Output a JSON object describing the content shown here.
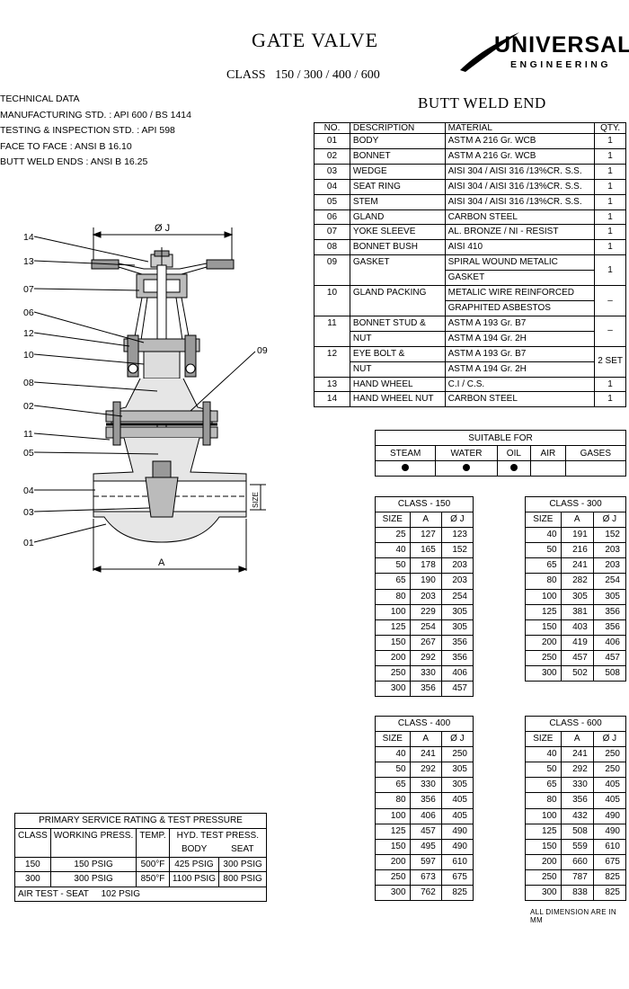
{
  "header": {
    "title": "GATE VALVE",
    "class_line": "CLASS   150 / 300 / 400 / 600",
    "end_type": "BUTT WELD END"
  },
  "logo": {
    "name": "UNIVERSAL",
    "sub": "ENGINEERING"
  },
  "tech_data": {
    "heading": "TECHNICAL DATA",
    "lines": [
      "MANUFACTURING STD. :  API 600 / BS 1414",
      "TESTING & INSPECTION STD. :   API 598",
      "FACE TO FACE :  ANSI B 16.10",
      "BUTT WELD ENDS :  ANSI B 16.25"
    ]
  },
  "drawing": {
    "callouts_left": [
      "14",
      "13",
      "07",
      "06",
      "12",
      "10",
      "08",
      "02",
      "11",
      "05",
      "04",
      "03",
      "01"
    ],
    "callout_right": "09",
    "dim_top": "Ø J",
    "dim_bottom": "A",
    "dim_side": "SIZE"
  },
  "parts": {
    "headers": [
      "NO.",
      "DESCRIPTION",
      "MATERIAL",
      "QTY."
    ],
    "rows": [
      {
        "no": "01",
        "desc": "BODY",
        "mat": [
          "ASTM A 216 Gr. WCB"
        ],
        "qty": "1"
      },
      {
        "no": "02",
        "desc": "BONNET",
        "mat": [
          "ASTM A 216 Gr. WCB"
        ],
        "qty": "1"
      },
      {
        "no": "03",
        "desc": "WEDGE",
        "mat": [
          "AISI 304 / AISI 316 /13%CR. S.S."
        ],
        "qty": "1"
      },
      {
        "no": "04",
        "desc": "SEAT RING",
        "mat": [
          "AISI 304 / AISI 316 /13%CR. S.S."
        ],
        "qty": "1"
      },
      {
        "no": "05",
        "desc": "STEM",
        "mat": [
          "AISI 304 / AISI 316 /13%CR. S.S."
        ],
        "qty": "1"
      },
      {
        "no": "06",
        "desc": "GLAND",
        "mat": [
          "CARBON STEEL"
        ],
        "qty": "1"
      },
      {
        "no": "07",
        "desc": "YOKE SLEEVE",
        "mat": [
          "AL. BRONZE / NI - RESIST"
        ],
        "qty": "1"
      },
      {
        "no": "08",
        "desc": "BONNET BUSH",
        "mat": [
          "AISI 410"
        ],
        "qty": "1"
      },
      {
        "no": "09",
        "desc": "GASKET",
        "mat": [
          "SPIRAL WOUND METALIC",
          "GASKET"
        ],
        "qty": "1"
      },
      {
        "no": "10",
        "desc": "GLAND PACKING",
        "mat": [
          "METALIC WIRE REINFORCED",
          "GRAPHITED ASBESTOS"
        ],
        "qty": "–"
      },
      {
        "no": "11",
        "desc": "BONNET STUD &",
        "desc2": "NUT",
        "mat": [
          "ASTM A 193 Gr. B7",
          "ASTM A 194 Gr. 2H"
        ],
        "qty": "–"
      },
      {
        "no": "12",
        "desc": "EYE BOLT &",
        "desc2": "NUT",
        "mat": [
          "ASTM A 193 Gr. B7",
          "ASTM A 194 Gr. 2H"
        ],
        "qty": "2 SET"
      },
      {
        "no": "13",
        "desc": "HAND WHEEL",
        "mat": [
          "C.I / C.S."
        ],
        "qty": "1"
      },
      {
        "no": "14",
        "desc": "HAND WHEEL NUT",
        "mat": [
          "CARBON STEEL"
        ],
        "qty": "1"
      }
    ]
  },
  "suitable": {
    "title": "SUITABLE FOR",
    "headers": [
      "STEAM",
      "WATER",
      "OIL",
      "AIR",
      "GASES"
    ],
    "marks": [
      true,
      true,
      true,
      false,
      false
    ]
  },
  "class150": {
    "title": "CLASS - 150",
    "headers": [
      "SIZE",
      "A",
      "Ø J"
    ],
    "rows": [
      [
        "25",
        "127",
        "123"
      ],
      [
        "40",
        "165",
        "152"
      ],
      [
        "50",
        "178",
        "203"
      ],
      [
        "65",
        "190",
        "203"
      ],
      [
        "80",
        "203",
        "254"
      ],
      [
        "100",
        "229",
        "305"
      ],
      [
        "125",
        "254",
        "305"
      ],
      [
        "150",
        "267",
        "356"
      ],
      [
        "200",
        "292",
        "356"
      ],
      [
        "250",
        "330",
        "406"
      ],
      [
        "300",
        "356",
        "457"
      ]
    ]
  },
  "class300": {
    "title": "CLASS - 300",
    "headers": [
      "SIZE",
      "A",
      "Ø J"
    ],
    "rows": [
      [
        "40",
        "191",
        "152"
      ],
      [
        "50",
        "216",
        "203"
      ],
      [
        "65",
        "241",
        "203"
      ],
      [
        "80",
        "282",
        "254"
      ],
      [
        "100",
        "305",
        "305"
      ],
      [
        "125",
        "381",
        "356"
      ],
      [
        "150",
        "403",
        "356"
      ],
      [
        "200",
        "419",
        "406"
      ],
      [
        "250",
        "457",
        "457"
      ],
      [
        "300",
        "502",
        "508"
      ]
    ]
  },
  "class400": {
    "title": "CLASS - 400",
    "headers": [
      "SIZE",
      "A",
      "Ø J"
    ],
    "rows": [
      [
        "40",
        "241",
        "250"
      ],
      [
        "50",
        "292",
        "305"
      ],
      [
        "65",
        "330",
        "305"
      ],
      [
        "80",
        "356",
        "405"
      ],
      [
        "100",
        "406",
        "405"
      ],
      [
        "125",
        "457",
        "490"
      ],
      [
        "150",
        "495",
        "490"
      ],
      [
        "200",
        "597",
        "610"
      ],
      [
        "250",
        "673",
        "675"
      ],
      [
        "300",
        "762",
        "825"
      ]
    ]
  },
  "class600": {
    "title": "CLASS - 600",
    "headers": [
      "SIZE",
      "A",
      "Ø J"
    ],
    "rows": [
      [
        "40",
        "241",
        "250"
      ],
      [
        "50",
        "292",
        "250"
      ],
      [
        "65",
        "330",
        "405"
      ],
      [
        "80",
        "356",
        "405"
      ],
      [
        "100",
        "432",
        "490"
      ],
      [
        "125",
        "508",
        "490"
      ],
      [
        "150",
        "559",
        "610"
      ],
      [
        "200",
        "660",
        "675"
      ],
      [
        "250",
        "787",
        "825"
      ],
      [
        "300",
        "838",
        "825"
      ]
    ]
  },
  "pressure": {
    "title": "PRIMARY SERVICE RATING & TEST PRESSURE",
    "h_class": "CLASS",
    "h_work": "WORKING PRESS.",
    "h_temp": "TEMP.",
    "h_hyd": "HYD. TEST PRESS.",
    "h_body": "BODY",
    "h_seat": "SEAT",
    "rows": [
      {
        "cls": "150",
        "work": "150 PSIG",
        "temp": "500°F",
        "body": "425 PSIG",
        "seat": "300 PSIG"
      },
      {
        "cls": "300",
        "work": "300 PSIG",
        "temp": "850°F",
        "body": "1100 PSIG",
        "seat": "800 PSIG"
      }
    ],
    "air": "AIR TEST - SEAT     102 PSIG"
  },
  "note": "ALL DIMENSION ARE IN MM"
}
